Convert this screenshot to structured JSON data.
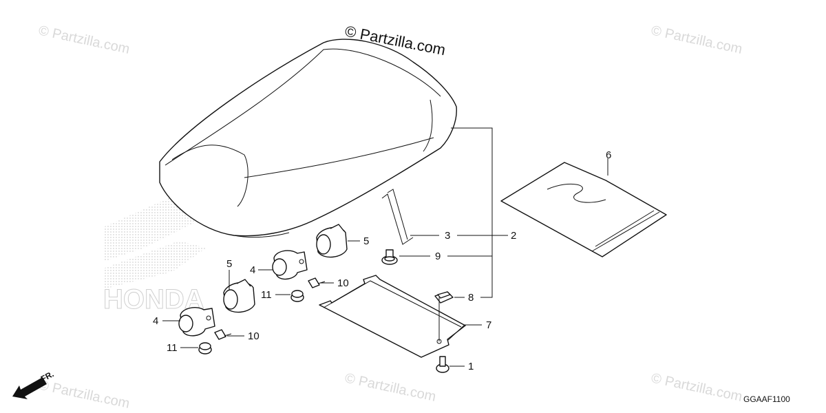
{
  "diagram": {
    "credit": "© Partzilla.com",
    "watermark": "© Partzilla.com",
    "code": "GGAAF1100",
    "direction_label": "FR.",
    "callouts": {
      "c1": "1",
      "c2": "2",
      "c3": "3",
      "c4a": "4",
      "c4b": "4",
      "c5a": "5",
      "c5b": "5",
      "c6": "6",
      "c7": "7",
      "c8": "8",
      "c9": "9",
      "c10a": "10",
      "c10b": "10",
      "c11a": "11",
      "c11b": "11"
    }
  }
}
